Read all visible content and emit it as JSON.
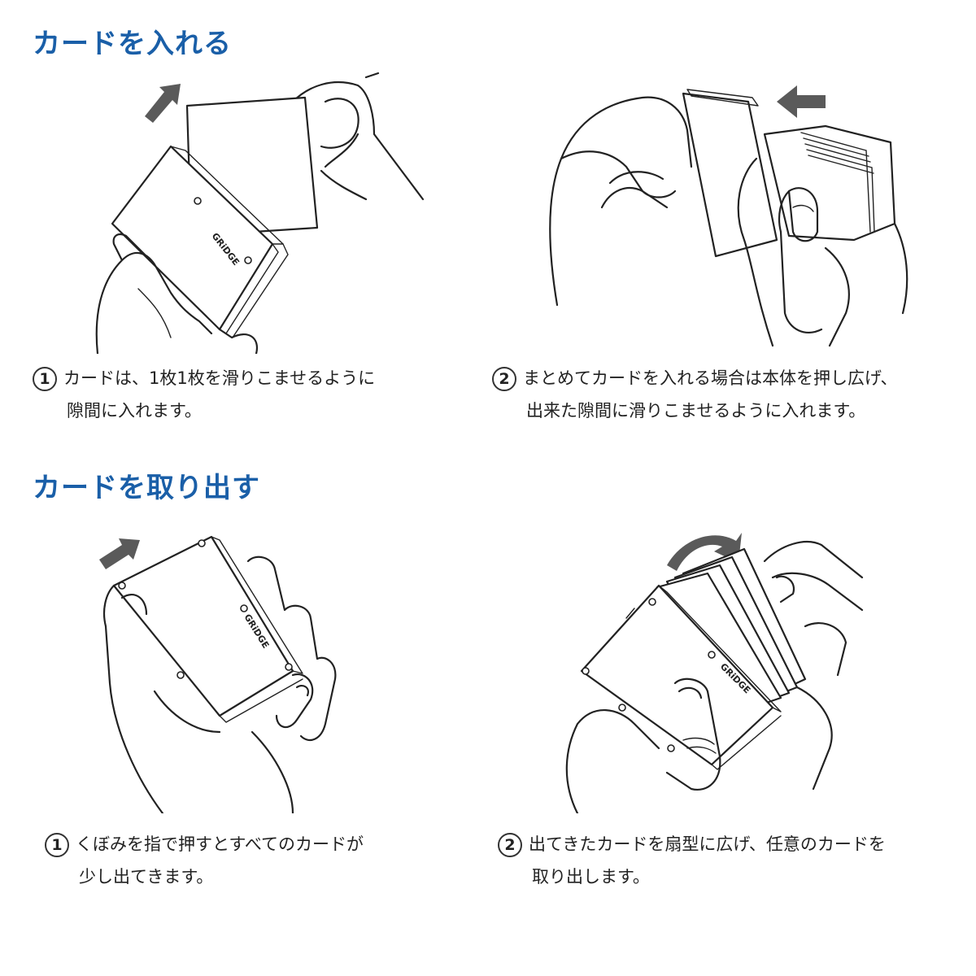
{
  "colors": {
    "heading": "#1a5fa8",
    "arrow": "#5a5a5a",
    "line": "#222222"
  },
  "sections": [
    {
      "heading": "カードを入れる",
      "steps": [
        {
          "num": "1",
          "line1": "カードは、1枚1枚を滑りこませるように",
          "line2": "隙間に入れます。"
        },
        {
          "num": "2",
          "line1": "まとめてカードを入れる場合は本体を押し広げ、",
          "line2": "出来た隙間に滑りこませるように入れます。"
        }
      ]
    },
    {
      "heading": "カードを取り出す",
      "steps": [
        {
          "num": "1",
          "line1": "くぼみを指で押すとすべてのカードが",
          "line2": "少し出てきます。"
        },
        {
          "num": "2",
          "line1": "出てきたカードを扇型に広げ、任意のカードを",
          "line2": "取り出します。"
        }
      ]
    }
  ],
  "illustrations": [
    "arrow-icon",
    "hand-icon",
    "card-case-icon"
  ]
}
